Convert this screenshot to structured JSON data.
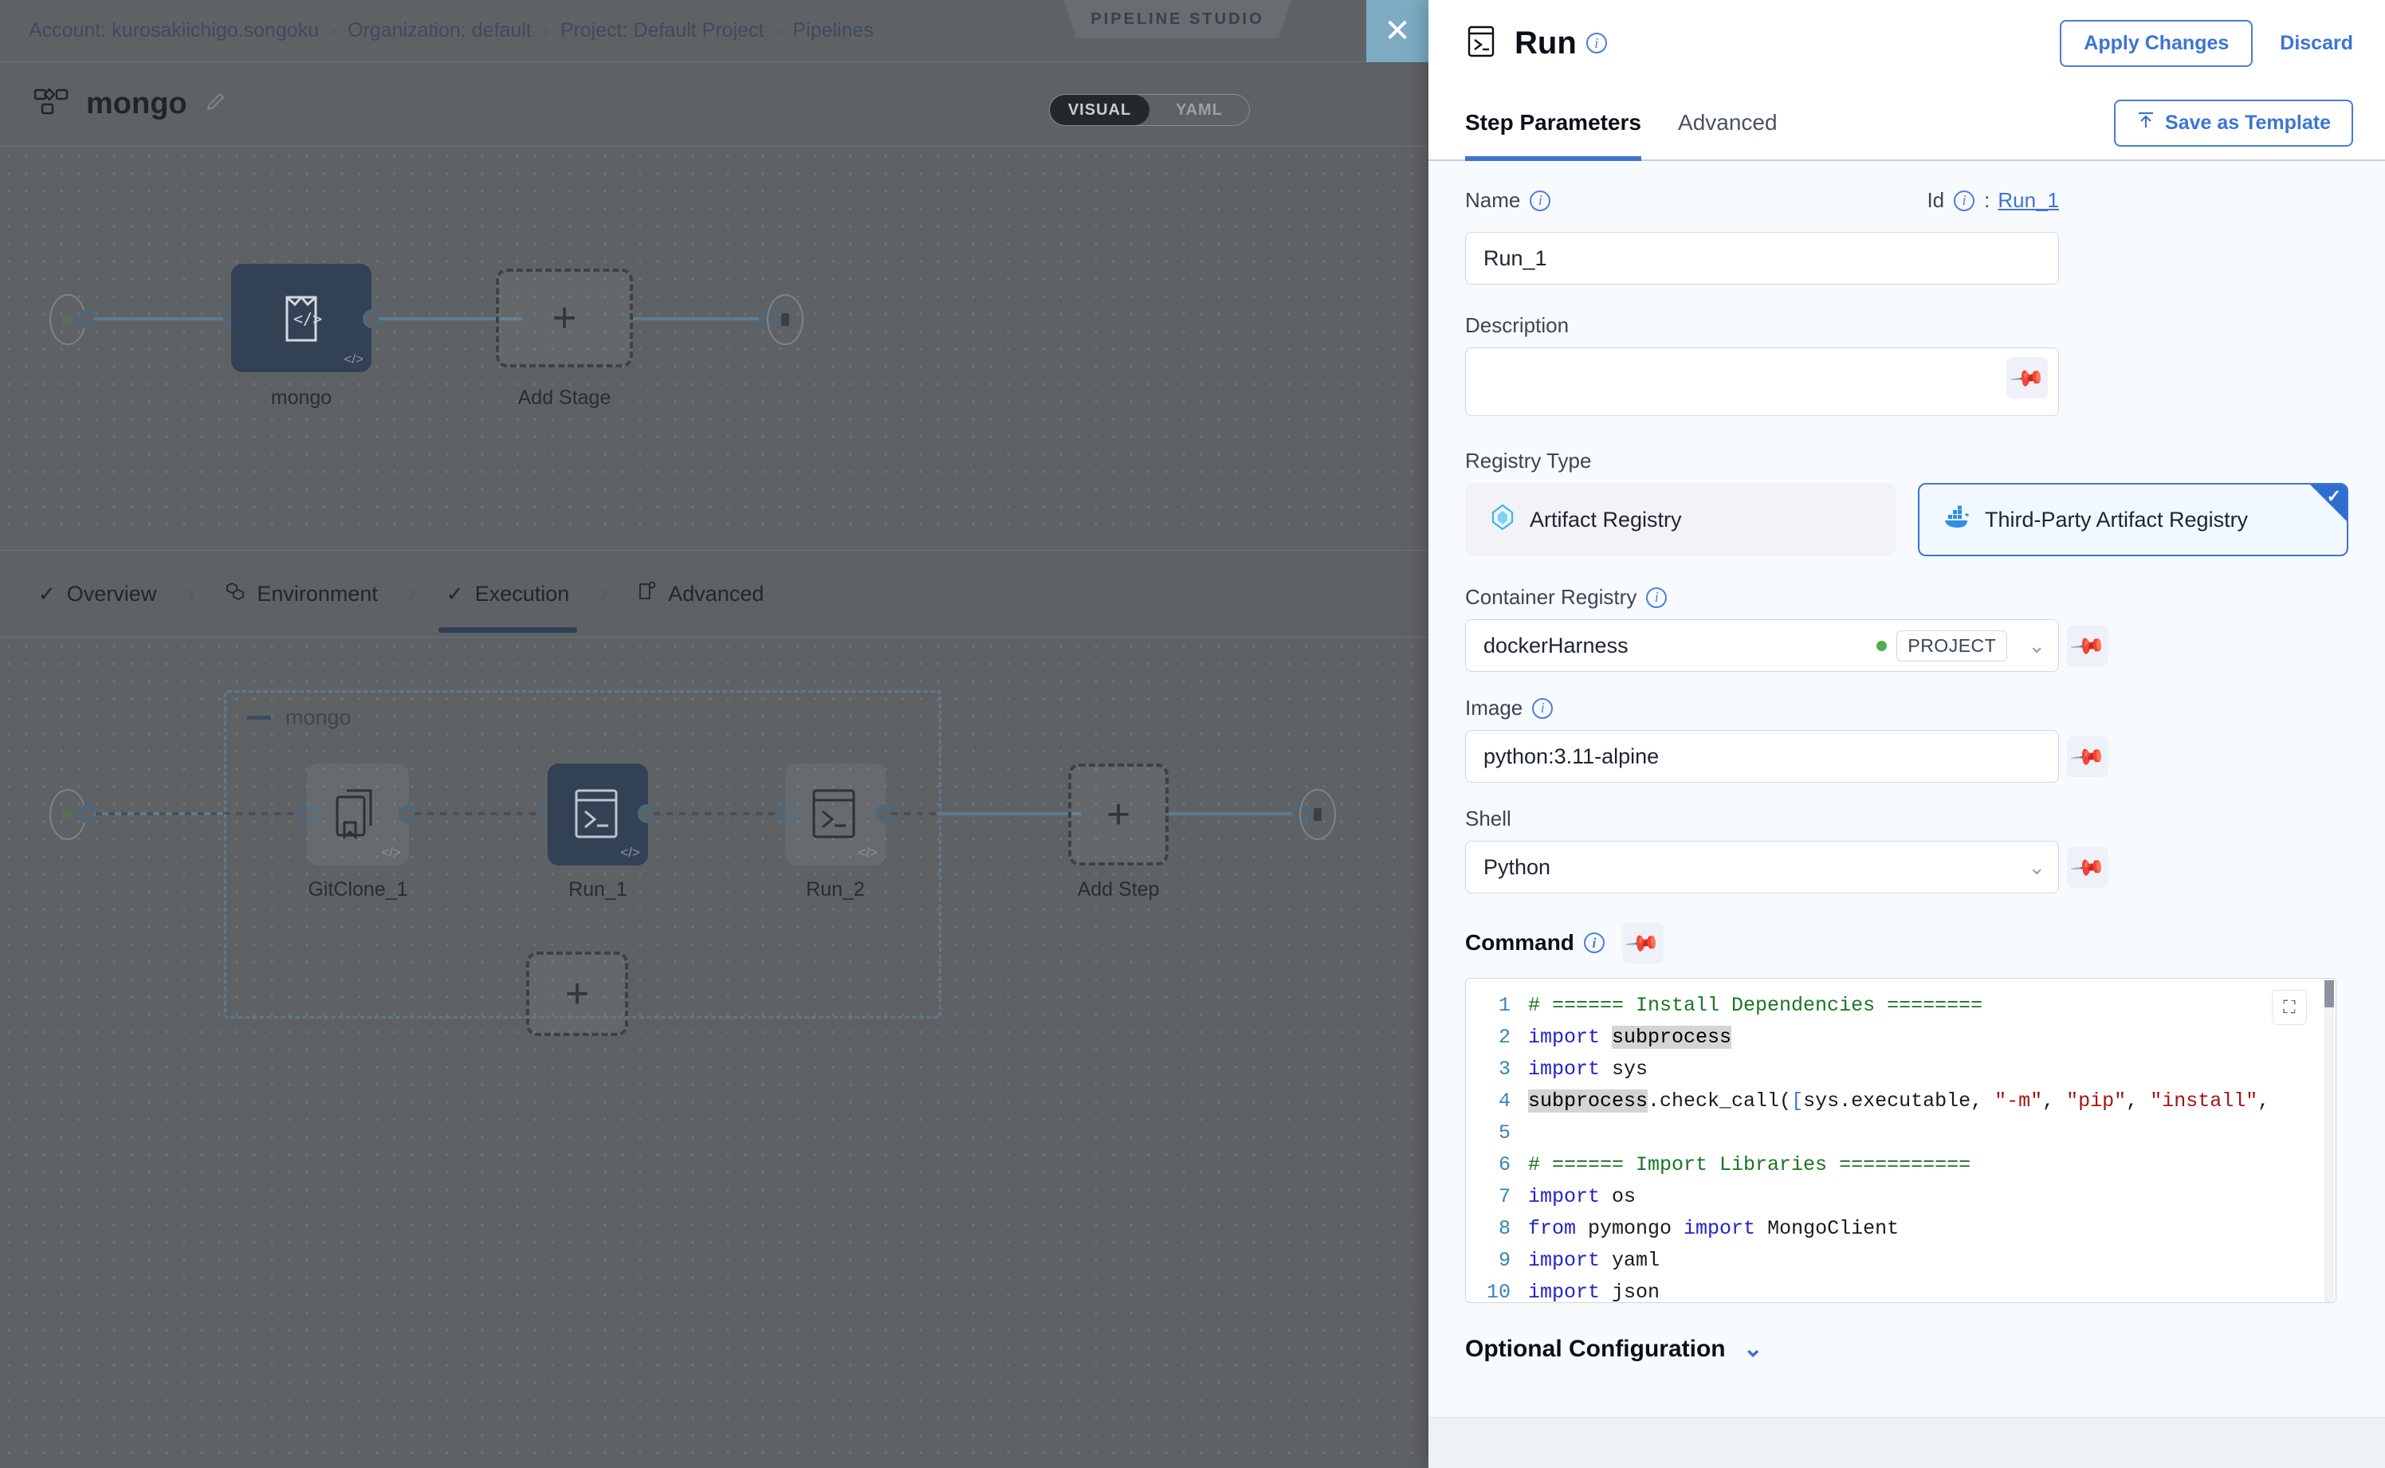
{
  "breadcrumb": {
    "items": [
      "Account: kurosakiichigo.songoku",
      "Organization: default",
      "Project: Default Project",
      "Pipelines"
    ],
    "separator": "›"
  },
  "studio": {
    "badge": "PIPELINE STUDIO",
    "close_label": "✕",
    "pipeline_name": "mongo",
    "mode_toggle": {
      "visual": "VISUAL",
      "yaml": "YAML",
      "selected": "VISUAL"
    },
    "stage_graph": {
      "nodes": [
        {
          "label": "mongo",
          "type": "stage",
          "selected": true
        },
        {
          "label": "Add Stage",
          "type": "add",
          "selected": false
        }
      ]
    },
    "stage_tabs": [
      {
        "label": "Overview",
        "icon": "check-icon",
        "active": false
      },
      {
        "label": "Environment",
        "icon": "hexagon-icon",
        "active": false
      },
      {
        "label": "Execution",
        "icon": "check-icon",
        "active": true
      },
      {
        "label": "Advanced",
        "icon": "gear-doc-icon",
        "active": false
      }
    ],
    "step_group": {
      "label": "mongo",
      "collapse": "—"
    },
    "step_graph": {
      "nodes": [
        {
          "label": "GitClone_1",
          "icon": "git-clone-icon",
          "selected": false
        },
        {
          "label": "Run_1",
          "icon": "terminal-icon",
          "selected": true
        },
        {
          "label": "Run_2",
          "icon": "terminal-icon",
          "selected": false
        },
        {
          "label": "Add Step",
          "icon": "plus-icon",
          "selected": false
        }
      ]
    }
  },
  "panel": {
    "title": "Run",
    "title_icon": "terminal-icon",
    "apply_label": "Apply Changes",
    "discard_label": "Discard",
    "tabs": [
      {
        "label": "Step Parameters",
        "active": true
      },
      {
        "label": "Advanced",
        "active": false
      }
    ],
    "save_template_label": "Save as Template",
    "save_template_icon": "upload-icon",
    "fields": {
      "name_label": "Name",
      "name_value": "Run_1",
      "id_label": "Id",
      "id_separator": ":",
      "id_value": "Run_1",
      "description_label": "Description",
      "description_value": "",
      "registry_type_label": "Registry Type",
      "registry_options": [
        {
          "label": "Artifact Registry",
          "icon": "harness-artifact-icon",
          "selected": false
        },
        {
          "label": "Third-Party Artifact Registry",
          "icon": "docker-icon",
          "selected": true
        }
      ],
      "container_registry_label": "Container Registry",
      "container_registry_value": "dockerHarness",
      "container_registry_scope": "PROJECT",
      "image_label": "Image",
      "image_value": "python:3.11-alpine",
      "shell_label": "Shell",
      "shell_value": "Python",
      "command_label": "Command",
      "optional_config_label": "Optional Configuration"
    },
    "code": {
      "lines": [
        {
          "n": "1",
          "tokens": [
            {
              "t": "# ====== Install Dependencies ========",
              "c": "cm"
            }
          ]
        },
        {
          "n": "2",
          "tokens": [
            {
              "t": "import ",
              "c": "kw"
            },
            {
              "t": "subprocess",
              "c": "hl"
            }
          ]
        },
        {
          "n": "3",
          "tokens": [
            {
              "t": "import ",
              "c": "kw"
            },
            {
              "t": "sys",
              "c": "tx"
            }
          ]
        },
        {
          "n": "4",
          "tokens": [
            {
              "t": "subprocess",
              "c": "hl"
            },
            {
              "t": ".check_call(",
              "c": "tx"
            },
            {
              "t": "[",
              "c": "pun"
            },
            {
              "t": "sys.executable, ",
              "c": "tx"
            },
            {
              "t": "\"-m\"",
              "c": "str"
            },
            {
              "t": ", ",
              "c": "tx"
            },
            {
              "t": "\"pip\"",
              "c": "str"
            },
            {
              "t": ", ",
              "c": "tx"
            },
            {
              "t": "\"install\"",
              "c": "str"
            },
            {
              "t": ",",
              "c": "tx"
            }
          ]
        },
        {
          "n": "5",
          "tokens": [
            {
              "t": "",
              "c": "tx"
            }
          ]
        },
        {
          "n": "6",
          "tokens": [
            {
              "t": "# ====== Import Libraries ===========",
              "c": "cm"
            }
          ]
        },
        {
          "n": "7",
          "tokens": [
            {
              "t": "import ",
              "c": "kw"
            },
            {
              "t": "os",
              "c": "tx"
            }
          ]
        },
        {
          "n": "8",
          "tokens": [
            {
              "t": "from ",
              "c": "kw"
            },
            {
              "t": "pymongo ",
              "c": "tx"
            },
            {
              "t": "import ",
              "c": "kw"
            },
            {
              "t": "MongoClient",
              "c": "tx"
            }
          ]
        },
        {
          "n": "9",
          "tokens": [
            {
              "t": "import ",
              "c": "kw"
            },
            {
              "t": "yaml",
              "c": "tx"
            }
          ]
        },
        {
          "n": "10",
          "tokens": [
            {
              "t": "import ",
              "c": "kw"
            },
            {
              "t": "json",
              "c": "tx"
            }
          ]
        }
      ]
    }
  },
  "colors": {
    "accent_blue": "#3f74d1",
    "selected_node": "#24436f",
    "close_btn": "#4db5e8",
    "panel_bg": "#f8fbfe",
    "canvas_bg": "#5c6269"
  }
}
